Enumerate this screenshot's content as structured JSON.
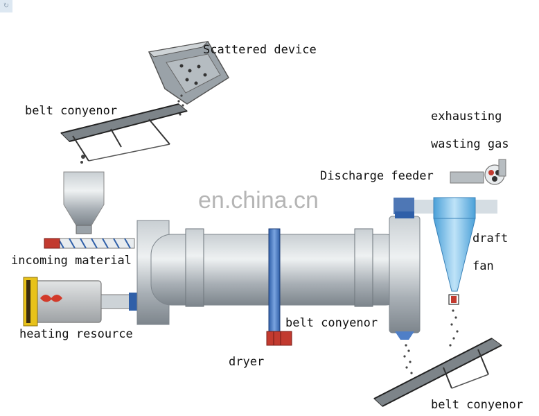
{
  "labels": {
    "scattered_device": "Scattered device",
    "belt_conveyor_top": "belt conyenor",
    "exhausting": "exhausting",
    "wasting_gas": "wasting gas",
    "discharge_feeder": "Discharge feeder",
    "draft": "draft",
    "fan": "fan",
    "incoming_material": "incoming material",
    "heating_resource": "heating resource",
    "belt_conveyor_mid": "belt conyenor",
    "dryer": "dryer",
    "belt_conveyor_bottom": "belt conyenor"
  },
  "watermark": "en.china.cn",
  "corner_mark": "↻",
  "colors": {
    "drum": "#a9b0b6",
    "drum_light": "#d7dcdf",
    "blue_column": "#4f7fc7",
    "cyclone": "#6ab7e8",
    "heater": "#b7b9bb",
    "heater_yellow": "#e8c21a",
    "red_motor": "#c23a2f"
  }
}
